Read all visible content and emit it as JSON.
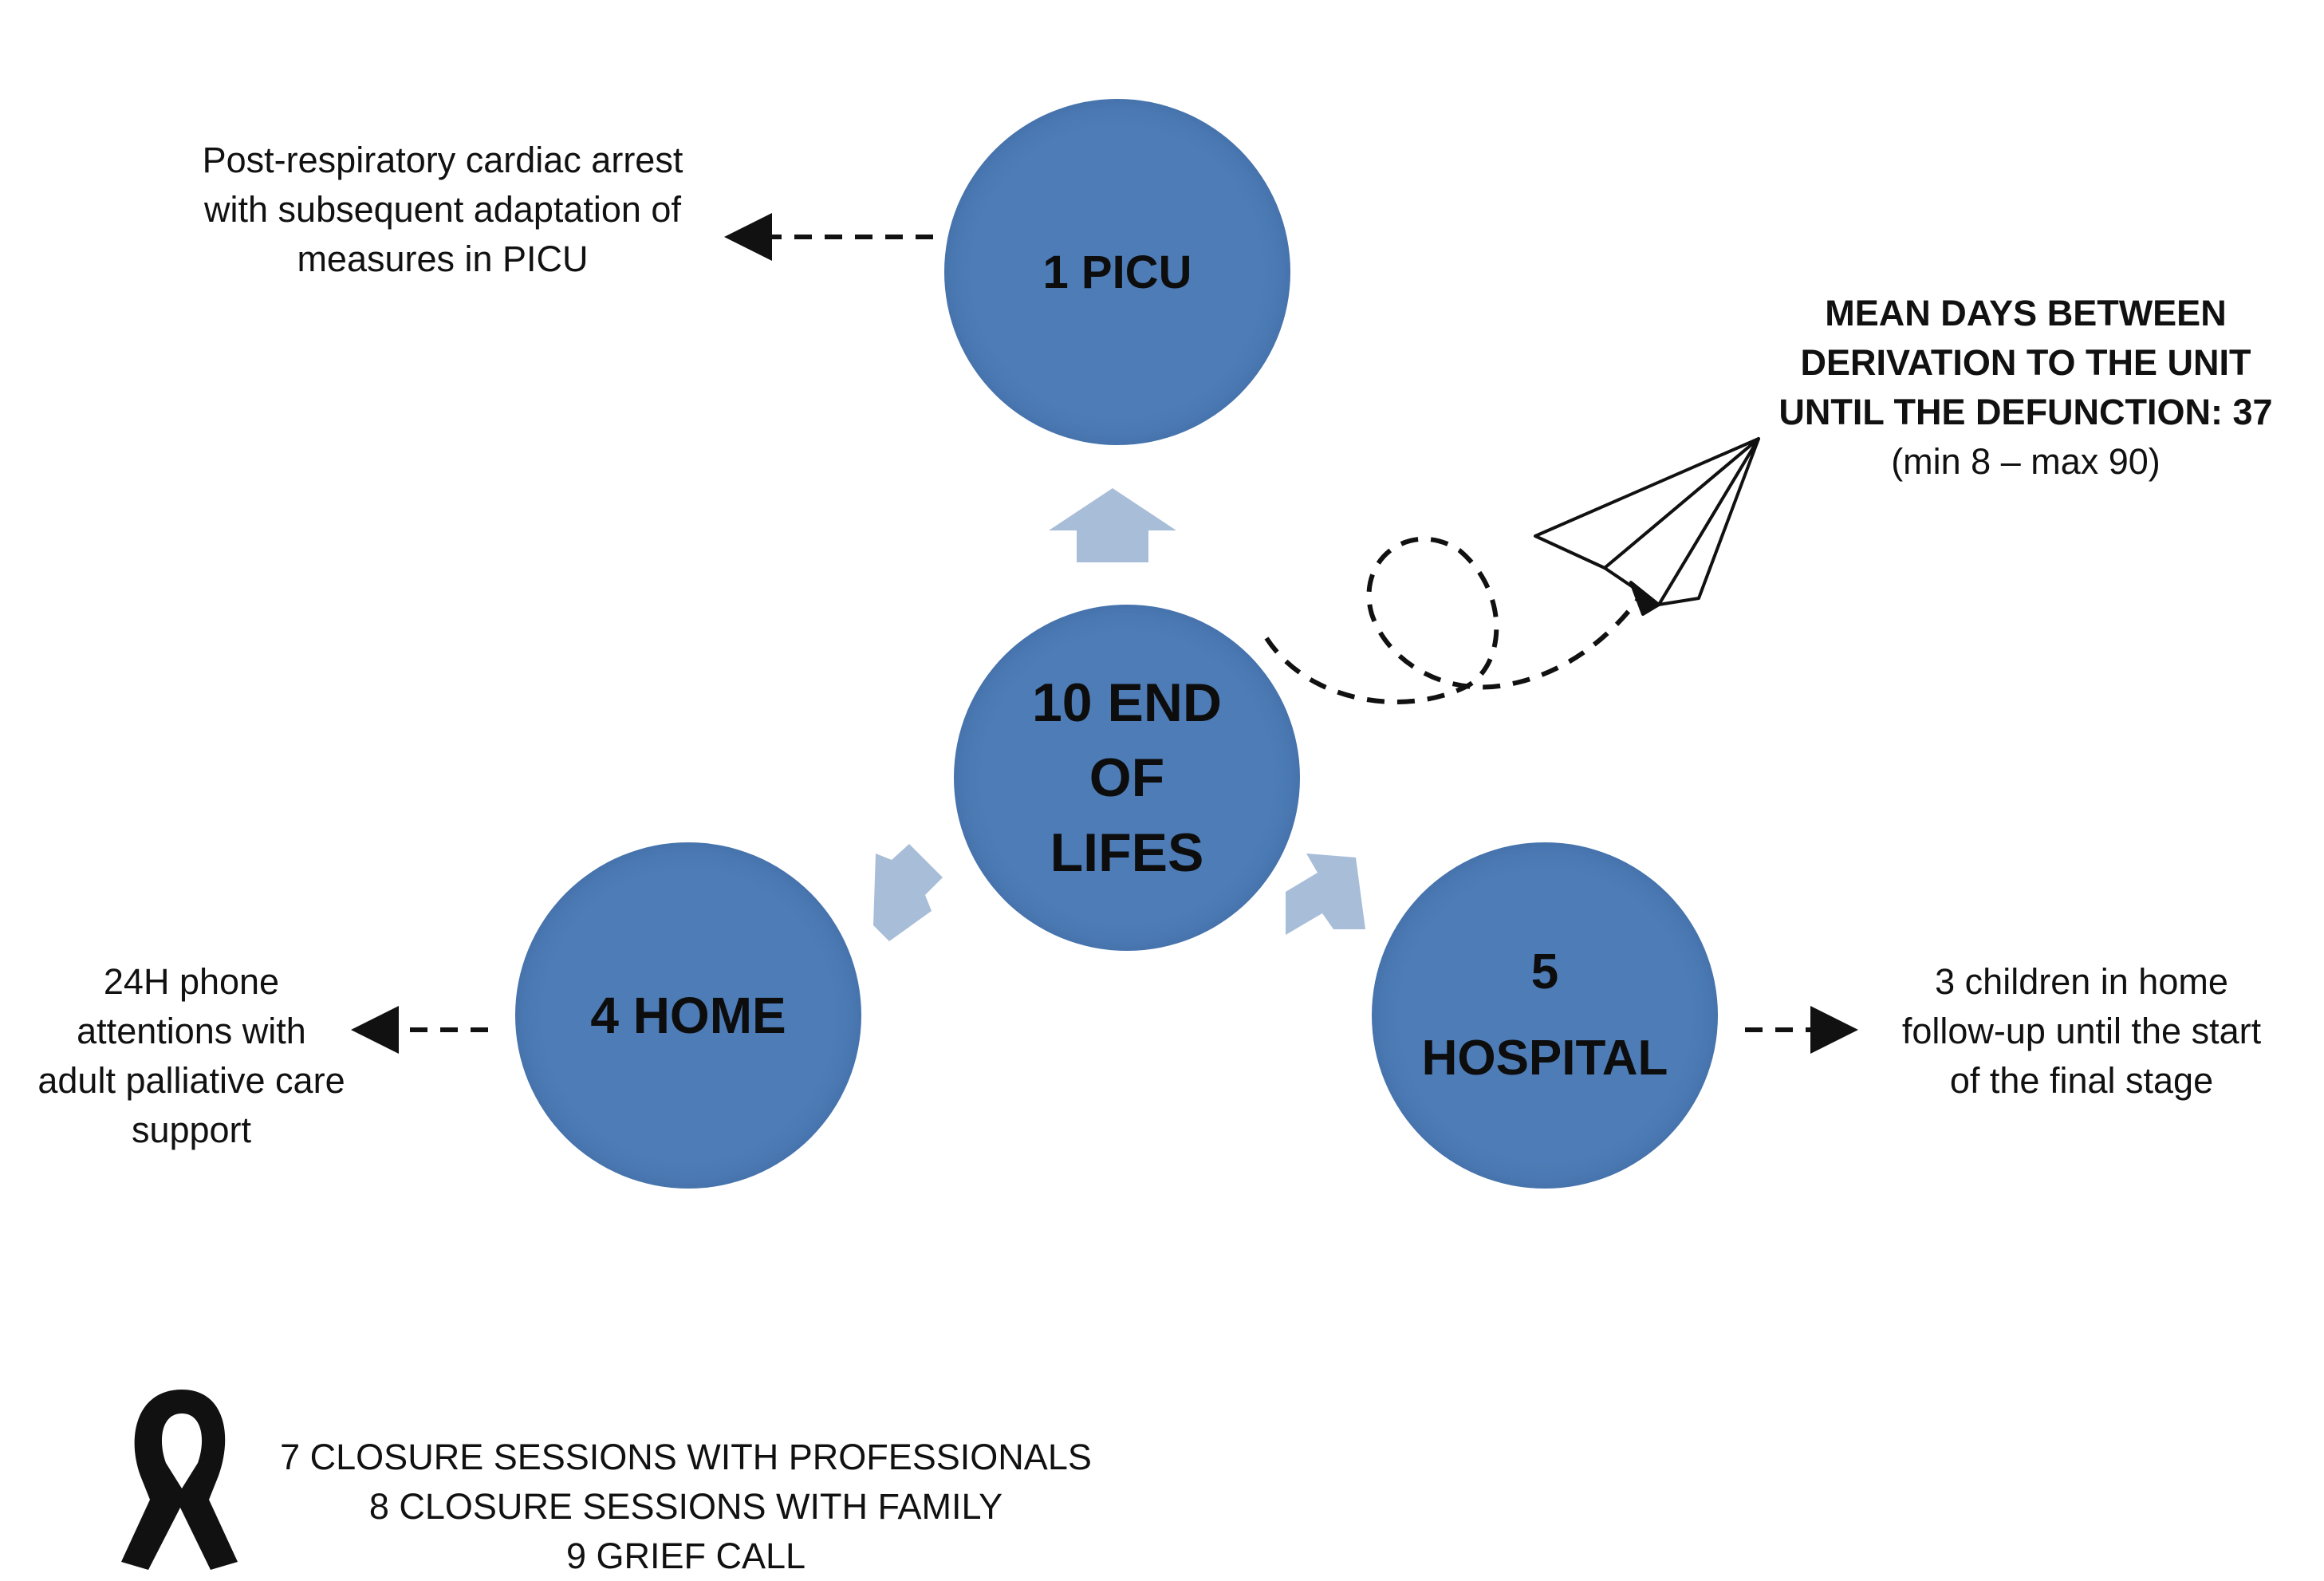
{
  "nodes": {
    "picu": "1 PICU",
    "center": [
      "10 END",
      "OF",
      "LIFES"
    ],
    "home": "4 HOME",
    "hospital": [
      "5",
      "HOSPITAL"
    ]
  },
  "notes": {
    "picu": [
      "Post-respiratory cardiac arrest",
      "with subsequent adaptation of",
      "measures in PICU"
    ],
    "mean_days": {
      "bold": [
        "MEAN DAYS BETWEEN",
        "DERIVATION TO THE UNIT",
        "UNTIL THE DEFUNCTION: 37"
      ],
      "range": "(min 8 – max 90)"
    },
    "home": [
      "24H phone",
      "attentions with",
      "adult palliative care",
      "support"
    ],
    "hospital": [
      "3 children in home",
      "follow-up until the start",
      "of the final stage"
    ]
  },
  "closure": [
    "7 CLOSURE SESSIONS WITH PROFESSIONALS",
    "8 CLOSURE SESSIONS WITH FAMILY",
    "9 GRIEF CALL"
  ],
  "icons": {
    "ribbon": "black-awareness-ribbon-icon",
    "plane": "paper-plane-icon",
    "arrows": "block-arrow-icon"
  },
  "colors": {
    "circle": "#4d7cb6",
    "arrow": "#9fb6d4",
    "text": "#111111"
  }
}
